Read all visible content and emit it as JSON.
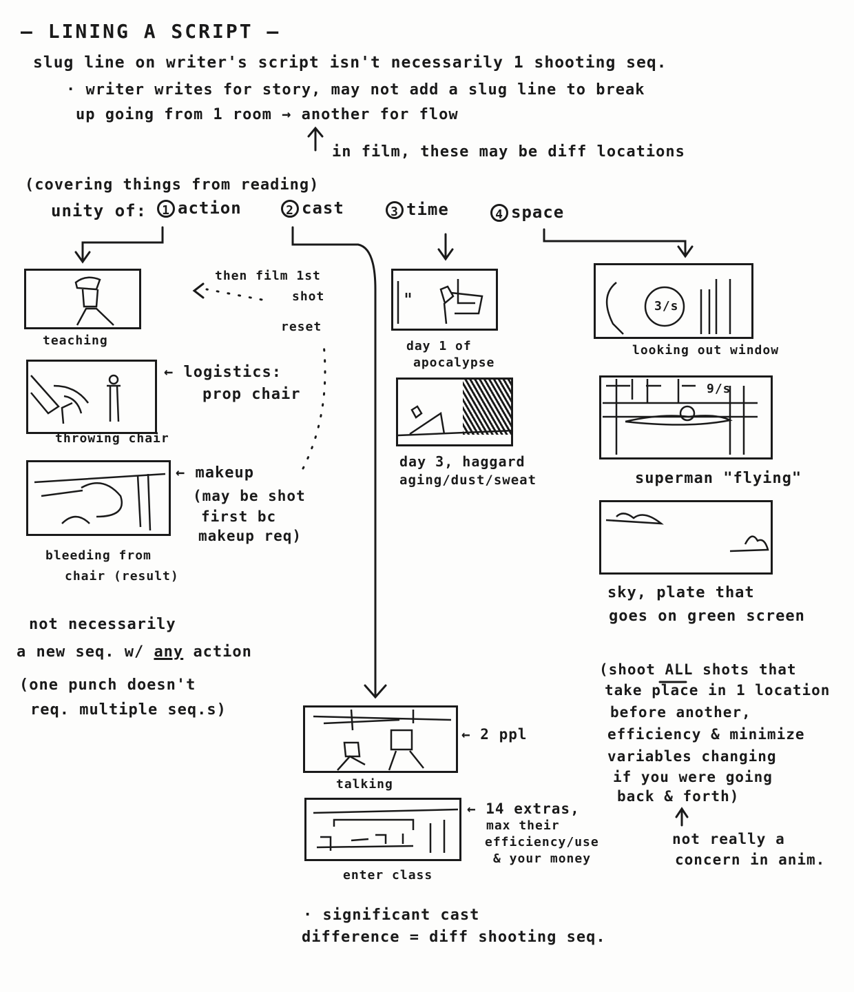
{
  "title": "— LINING A SCRIPT —",
  "intro": {
    "line1": "slug line on writer's script isn't necessarily 1 shooting seq.",
    "bullet1": "· writer writes for story, may not add a slug line to break",
    "bullet2": "up going from 1 room → another for flow",
    "arrow_note": "in film, these may be diff locations"
  },
  "covering": "(covering things from reading)",
  "unity": {
    "label": "unity of:",
    "items": [
      {
        "num": "1",
        "text": "action"
      },
      {
        "num": "2",
        "text": "cast"
      },
      {
        "num": "3",
        "text": "time"
      },
      {
        "num": "4",
        "text": "space"
      }
    ]
  },
  "action": {
    "frame_labels": [
      "teaching",
      "throwing chair",
      "bleeding from",
      "chair (result)"
    ],
    "notes": {
      "then": "then film 1st",
      "shot": "shot",
      "reset": "reset",
      "logistics": "← logistics:",
      "prop": "prop chair",
      "makeup": "← makeup",
      "mb1": "(may be shot",
      "mb2": "first bc",
      "mb3": "makeup req)"
    },
    "footer": [
      "not necessarily",
      "a new seq. w/",
      "any",
      "action",
      "(one punch doesn't",
      "req. multiple seq.s)"
    ]
  },
  "cast": {
    "frame_labels": [
      "talking",
      "enter class"
    ],
    "notes": [
      "← 2 ppl",
      "← 14 extras,",
      "max their",
      "efficiency/use",
      "& your money"
    ],
    "footer": [
      "· significant cast",
      "difference = diff shooting seq."
    ]
  },
  "time": {
    "frame_labels": [
      "day 1 of",
      "apocalypse",
      "day 3, haggard",
      "aging/dust/sweat"
    ]
  },
  "space": {
    "frame_labels": [
      "looking out window",
      "superman \"flying\"",
      "sky, plate that",
      "goes on green screen"
    ],
    "frame_text": [
      "3/s",
      "9/s"
    ],
    "notes": [
      "(shoot",
      "ALL",
      "shots that",
      "take place in 1 location",
      "before another,",
      "efficiency & minimize",
      "variables changing",
      "if you were going",
      "back & forth)",
      "↑",
      "not really a",
      "concern in anim."
    ]
  }
}
